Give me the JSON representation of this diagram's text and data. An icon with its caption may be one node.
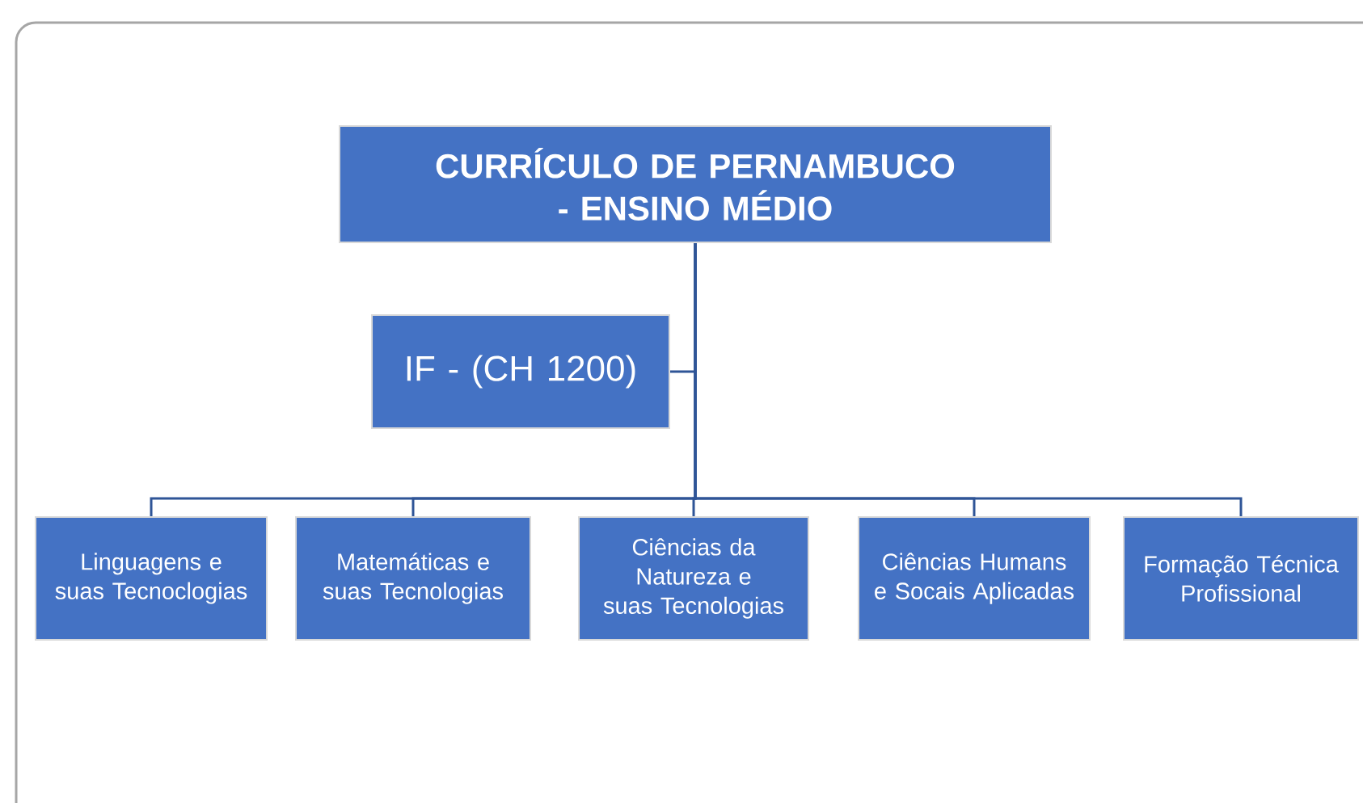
{
  "diagram": {
    "nodes": [
      {
        "text": [
          "CURRÍCULO DE PERNAMBUCO - ENSINO MÉDIO"
        ]
      },
      {
        "text": [
          "IF - (CH 1200)"
        ]
      },
      {
        "text": [
          "Linguagens e suas Tecnoclogias"
        ]
      },
      {
        "text": [
          "Matemáticas e suas Tecnologias"
        ]
      },
      {
        "text": [
          "Ciências da Natureza e suas Tecnologias"
        ]
      },
      {
        "text": [
          "Ciências Humans e Socais Aplicadas"
        ]
      },
      {
        "text": [
          "Formação Técnica Profissional"
        ]
      }
    ],
    "edges": [
      {
        "from": 0,
        "to": 1,
        "arrow": "none"
      },
      {
        "from": 0,
        "to": 2,
        "arrow": "none"
      },
      {
        "from": 0,
        "to": 3,
        "arrow": "none"
      },
      {
        "from": 0,
        "to": 4,
        "arrow": "none"
      },
      {
        "from": 0,
        "to": 5,
        "arrow": "none"
      },
      {
        "from": 0,
        "to": 6,
        "arrow": "none"
      }
    ]
  }
}
